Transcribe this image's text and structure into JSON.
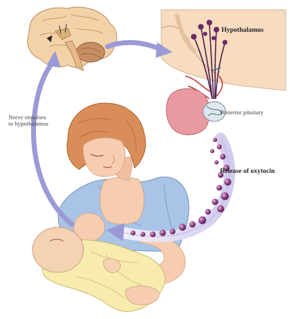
{
  "labels": {
    "hypothalamus": "Hypothalamus",
    "posterior_pituitary": "Posterior pituitary",
    "nerve_impulses_line1": "Nerve impulses",
    "nerve_impulses_line2": "to hypothalamus",
    "release_of_oxytocin": "Release of oxytocin"
  },
  "colors": {
    "arrow": "#9b9ad6",
    "oxytocin_dots": "#8a3f82",
    "hair": "#d98e5a",
    "skin": "#f6cdb1",
    "gown": "#a9c4e6",
    "baby_blanket": "#f7ecae",
    "pituitary": "#e89aa0",
    "brain": "#f3d2a7"
  }
}
